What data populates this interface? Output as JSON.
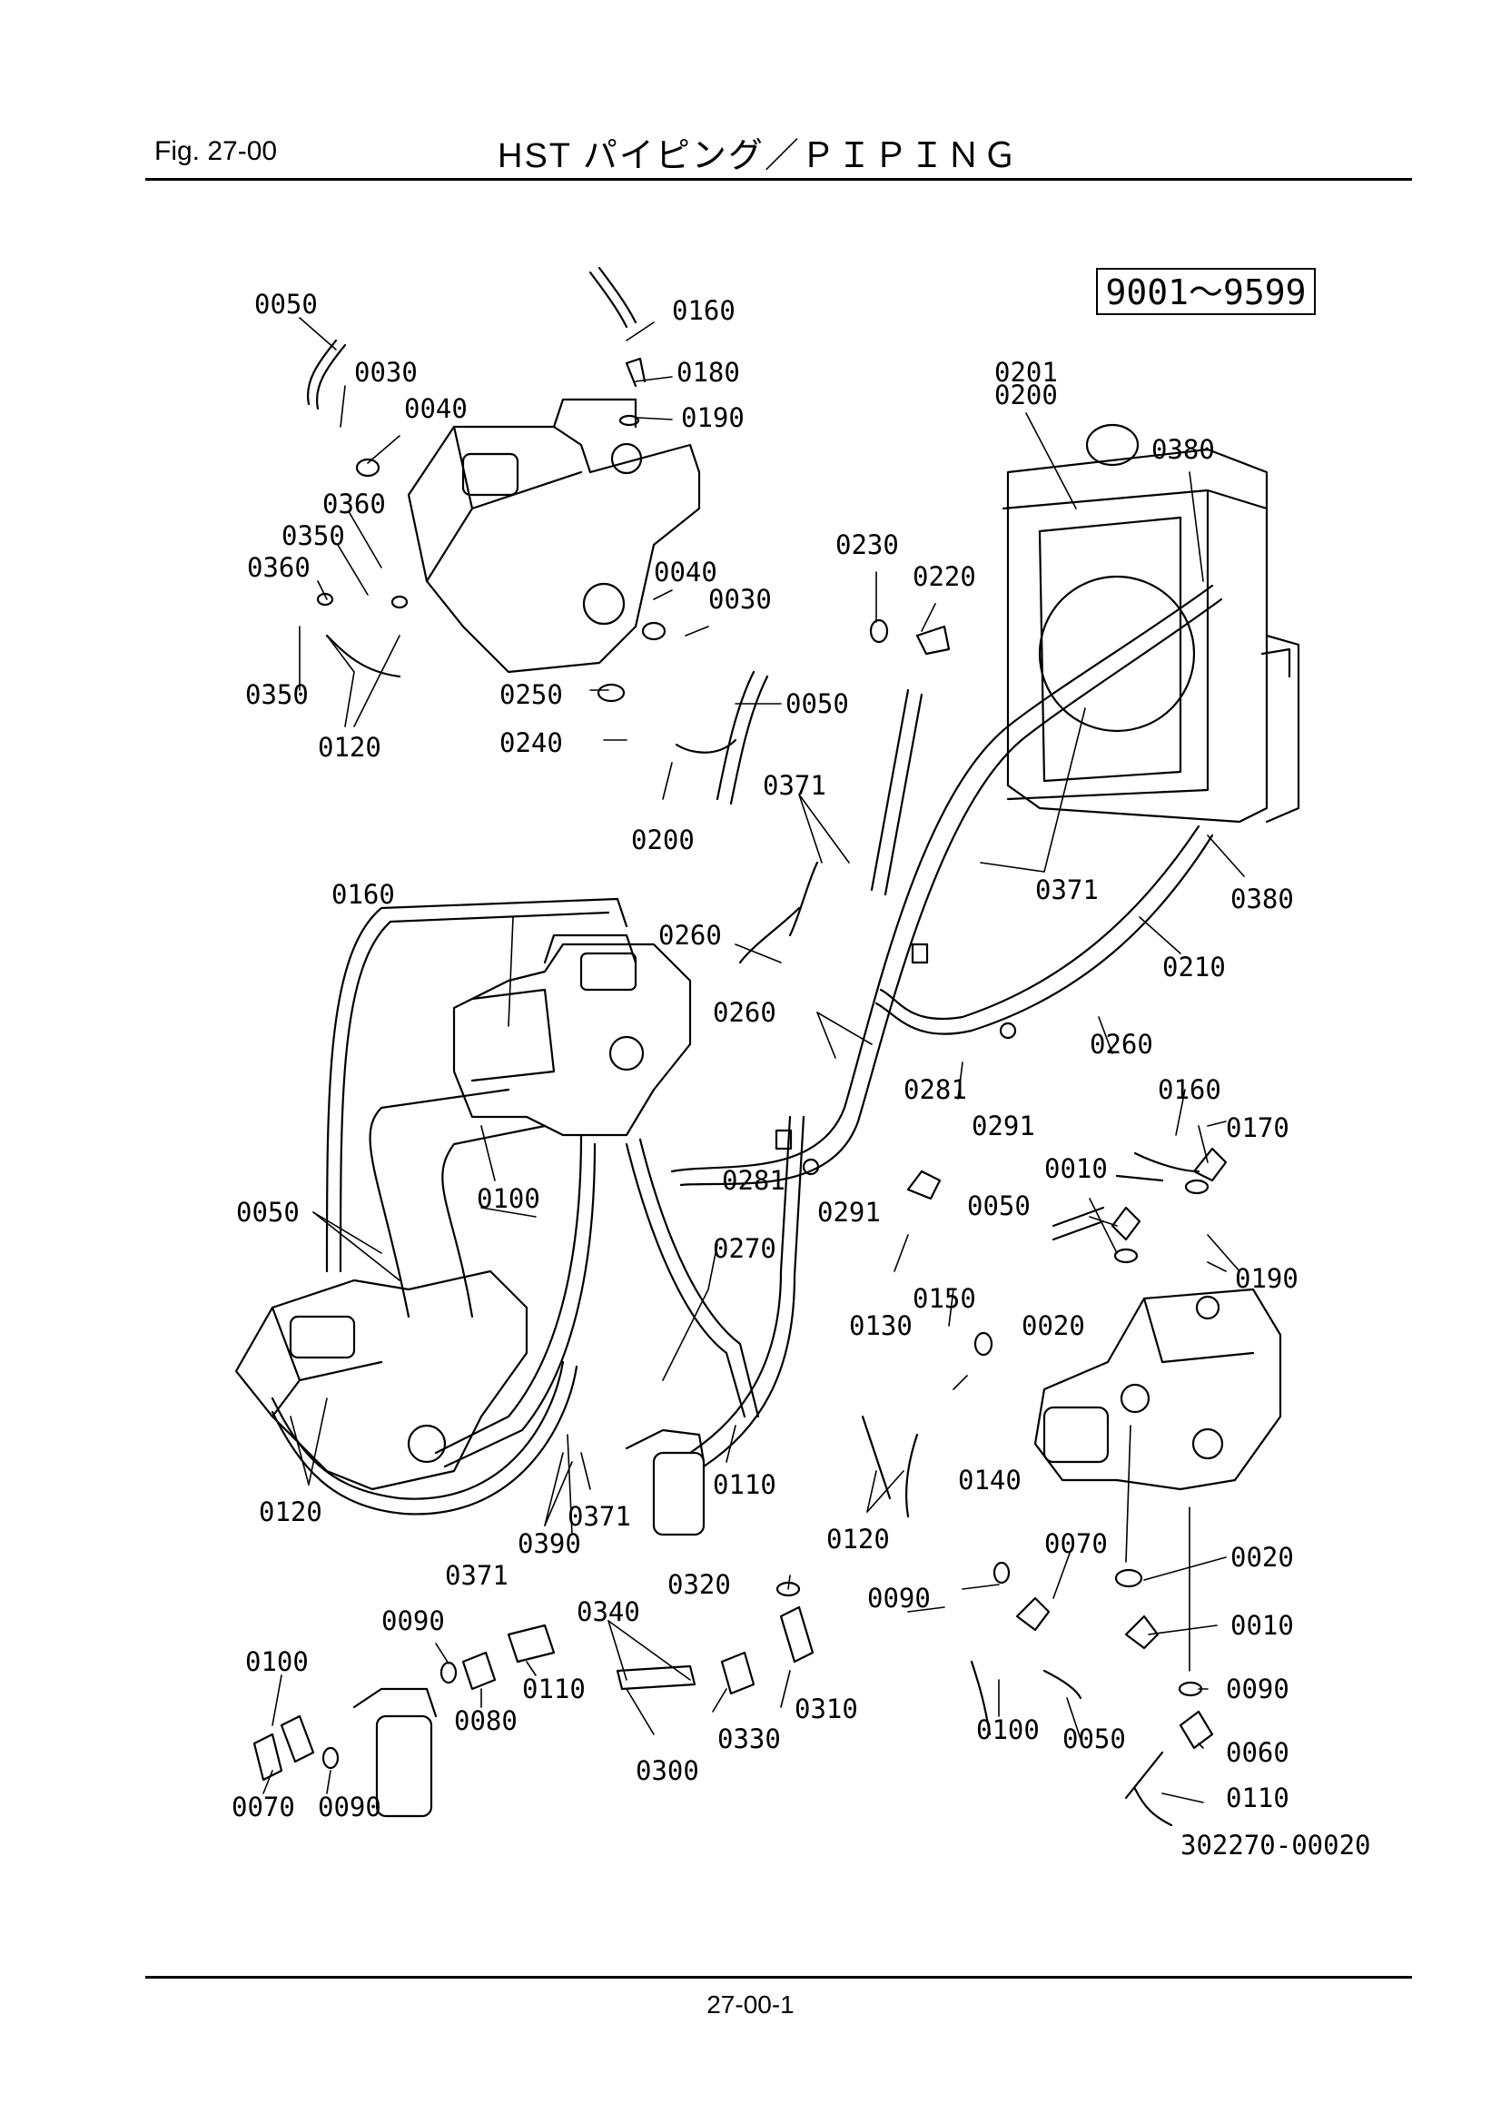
{
  "header": {
    "fig_label": "Fig. 27-00",
    "title": "HST パイピング／ＰＩＰＩＮＧ"
  },
  "serial_range": "9001～9599",
  "drawing_number": "302270-00020",
  "page_number": "27-00-1",
  "callouts": [
    "0050",
    "0030",
    "0040",
    "0360",
    "0350",
    "0360",
    "0350",
    "0120",
    "0160",
    "0180",
    "0190",
    "0040",
    "0030",
    "0050",
    "0250",
    "0240",
    "0200",
    "0230",
    "0220",
    "0201",
    "0200",
    "0380",
    "0371",
    "0371",
    "0380",
    "0210",
    "0260",
    "0160",
    "0260",
    "0260",
    "0281",
    "0291",
    "0281",
    "0291",
    "0100",
    "0050",
    "0270",
    "0120",
    "0371",
    "0390",
    "0371",
    "0110",
    "0160",
    "0170",
    "0010",
    "0050",
    "0190",
    "0020",
    "0150",
    "0130",
    "0140",
    "0120",
    "0070",
    "0020",
    "0090",
    "0320",
    "0340",
    "0090",
    "0100",
    "0110",
    "0080",
    "0330",
    "0310",
    "0300",
    "0070",
    "0090",
    "0010",
    "0100",
    "0050",
    "0090",
    "0060",
    "0110"
  ],
  "colors": {
    "ink": "#000000",
    "paper": "#ffffff"
  }
}
